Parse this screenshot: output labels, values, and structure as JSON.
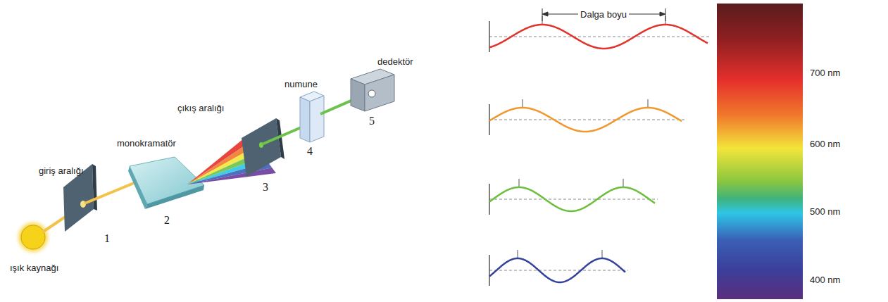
{
  "diagram": {
    "labels": [
      "Dalga boyu",
      "700 nm",
      "600 nm",
      "500 nm",
      "400 nm",
      "dedektör",
      "numune",
      "çıkış aralığı",
      "monokramatör",
      "giriş aralığı",
      "ışık kaynağı",
      "1",
      "2",
      "3",
      "4",
      "5"
    ]
  }
}
